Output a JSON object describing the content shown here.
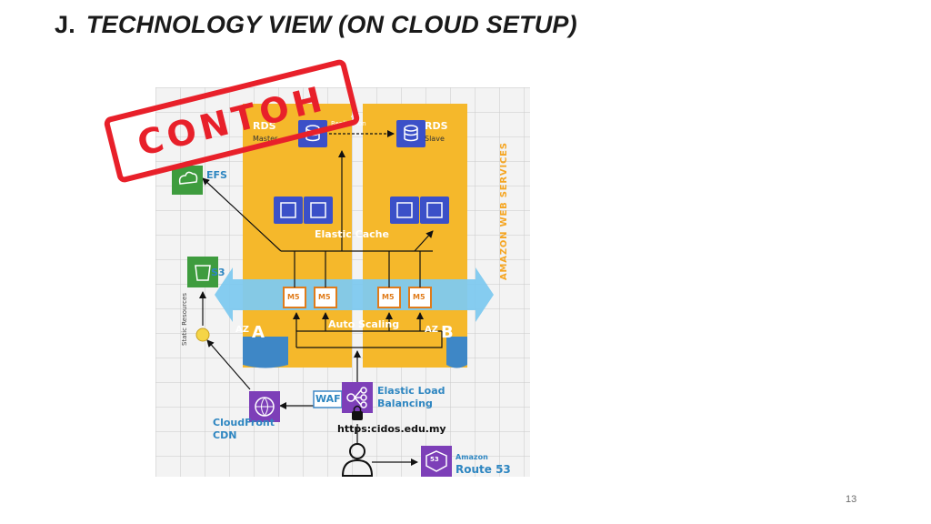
{
  "slide": {
    "title_number": "J.",
    "title_text": "TECHNOLOGY VIEW (ON CLOUD SETUP)",
    "page_number": "13",
    "stamp_text": "CONTOH"
  },
  "diagram": {
    "rds_left": "RDS",
    "rds_left_sub": "Master",
    "rds_right": "RDS",
    "rds_right_sub": "Slave",
    "az_replication_line1": "AZ",
    "az_replication_line2": "Replication",
    "efs": "EFS",
    "s3": "S3",
    "elastic_cache": "Elastic Cache",
    "amazon_web_services": "AMAZON WEB SERVICES",
    "instance_type": "M5",
    "auto_scaling": "Auto Scaling",
    "az_left_prefix": "AZ",
    "az_left_letter": "A",
    "az_right_prefix": "AZ",
    "az_right_letter": "B",
    "static_resources": "Static Resources",
    "waf": "WAF",
    "elb_line1": "Elastic Load",
    "elb_line2": "Balancing",
    "url": "https:cidos.edu.my",
    "cloudfront_line1": "CloudFront",
    "cloudfront_line2": "CDN",
    "route53_line1": "Amazon",
    "route53_line2": "Route 53",
    "route53_icon_text": "53"
  },
  "colors": {
    "az_zone": "#f5b82b",
    "service_blue": "#3b50c8",
    "storage_green": "#3e9c3e",
    "network_purple": "#7d3fb8",
    "autoscale_band": "#7ec9ef",
    "az_marker": "#3e87c6",
    "stamp_red": "#e8202a",
    "label_blue": "#2e86c1"
  }
}
